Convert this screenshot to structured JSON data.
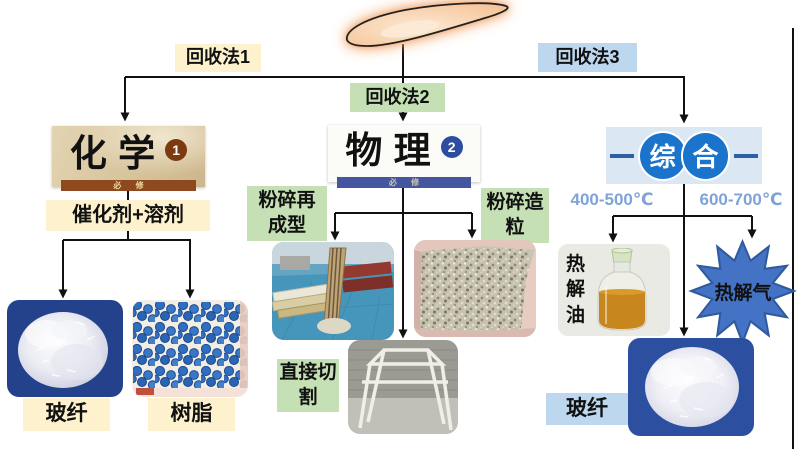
{
  "methods": {
    "m1": "回收法1",
    "m2": "回收法2",
    "m3": "回收法3"
  },
  "chemical": {
    "book_title": "化 学",
    "book_number": "1",
    "book_edition": "必 修",
    "process": "催化剂+溶剂",
    "outputs": {
      "fiber": "玻纤",
      "resin": "树脂"
    }
  },
  "physical": {
    "book_title": "物 理",
    "book_number": "2",
    "book_edition": "必 修",
    "processes": {
      "reshape": "粉碎再成型",
      "granulate": "粉碎造粒",
      "cut": "直接切割"
    }
  },
  "comprehensive": {
    "logo_chars": {
      "c1": "综",
      "c2": "合"
    },
    "temps": {
      "low": "400-500℃",
      "high": "600-700℃"
    },
    "outputs": {
      "oil": "热解油",
      "gas": "热解气",
      "fiber": "玻纤"
    }
  },
  "colors": {
    "method1_bg": "#FDF2CD",
    "method2_bg": "#C5E0B4",
    "method3_bg": "#BDD7EE",
    "green_label_bg": "#C5E0B4",
    "cream_label_bg": "#FDF2CD",
    "blue_label_bg": "#BDD7EE",
    "temp_text": "#7FA3D8",
    "starburst_fill": "#4472C4",
    "logo_circle": "#1B74CC",
    "blade_glow": "#F2A469",
    "arrow": "#111111"
  }
}
